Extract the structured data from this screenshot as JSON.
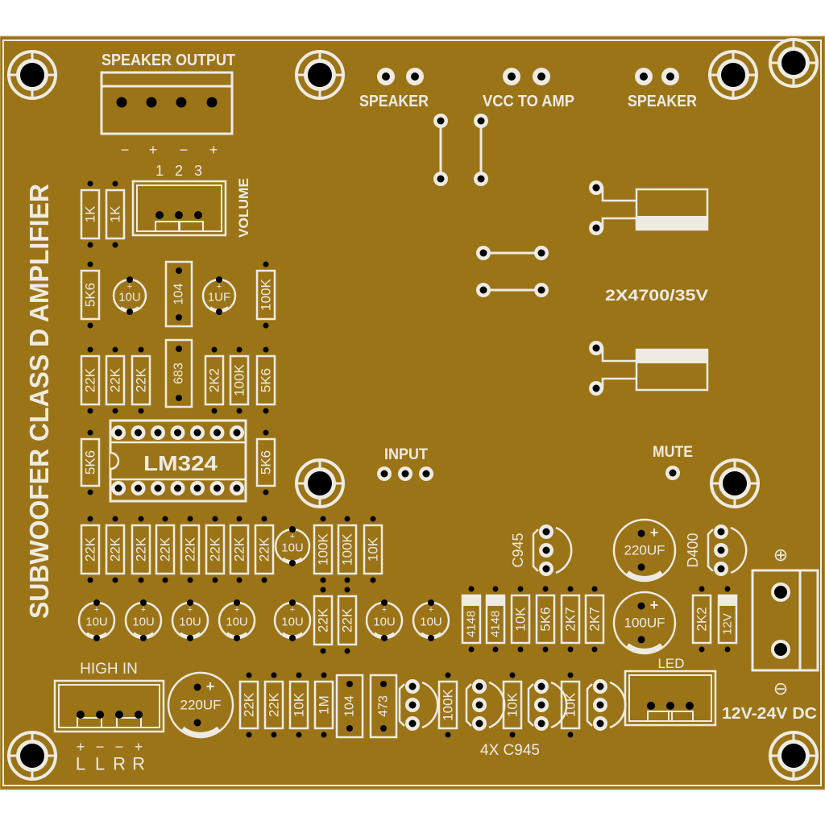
{
  "board": {
    "color": "#9b7418",
    "silk_color": "#eeebe2",
    "title": "SUBWOOFER  CLASS D AMPLIFIER"
  },
  "labels": {
    "speaker_output": "SPEAKER OUTPUT",
    "speaker_output_polarity": [
      "−",
      "+",
      "−",
      "+"
    ],
    "volume_pins": [
      "1",
      "2",
      "3"
    ],
    "volume": "VOLUME",
    "speaker_left": "SPEAKER",
    "vcc_to_amp": "VCC TO AMP",
    "speaker_right": "SPEAKER",
    "main_caps": "2X4700/35V",
    "input": "INPUT",
    "mute": "MUTE",
    "high_in": "HIGH IN",
    "high_in_polarity": [
      "+",
      "−",
      "−",
      "+"
    ],
    "high_in_channels": [
      "L",
      "L",
      "R",
      "R"
    ],
    "four_c945": "4X C945",
    "led": "LED",
    "power": "12V-24V DC",
    "power_plus": "⊕",
    "power_minus": "⊖",
    "ic": "LM324",
    "q_driver": "C945",
    "q_power": "D400"
  },
  "components": {
    "row1": [
      "1K",
      "1K"
    ],
    "row2": [
      "5K6",
      "10U",
      "104",
      "1UF",
      "100K"
    ],
    "row3": [
      "22K",
      "22K",
      "22K",
      "683",
      "2K2",
      "100K",
      "5K6"
    ],
    "ic_side": [
      "5K6",
      "5K6"
    ],
    "row4": [
      "22K",
      "22K",
      "22K",
      "22K",
      "22K",
      "22K",
      "22K",
      "22K",
      "10U",
      "100K",
      "100K",
      "10K"
    ],
    "row5": [
      "10U",
      "10U",
      "10U",
      "10U",
      "10U",
      "22K",
      "22K",
      "10U",
      "10U"
    ],
    "row5_right": [
      "4148",
      "4148",
      "10K",
      "5K6",
      "2K7",
      "2K7",
      "100UF",
      "220UF",
      "2K2",
      "12V"
    ],
    "row6": [
      "220UF",
      "22K",
      "22K",
      "10K",
      "1M",
      "104",
      "473",
      "100K",
      "10K",
      "10K"
    ]
  }
}
